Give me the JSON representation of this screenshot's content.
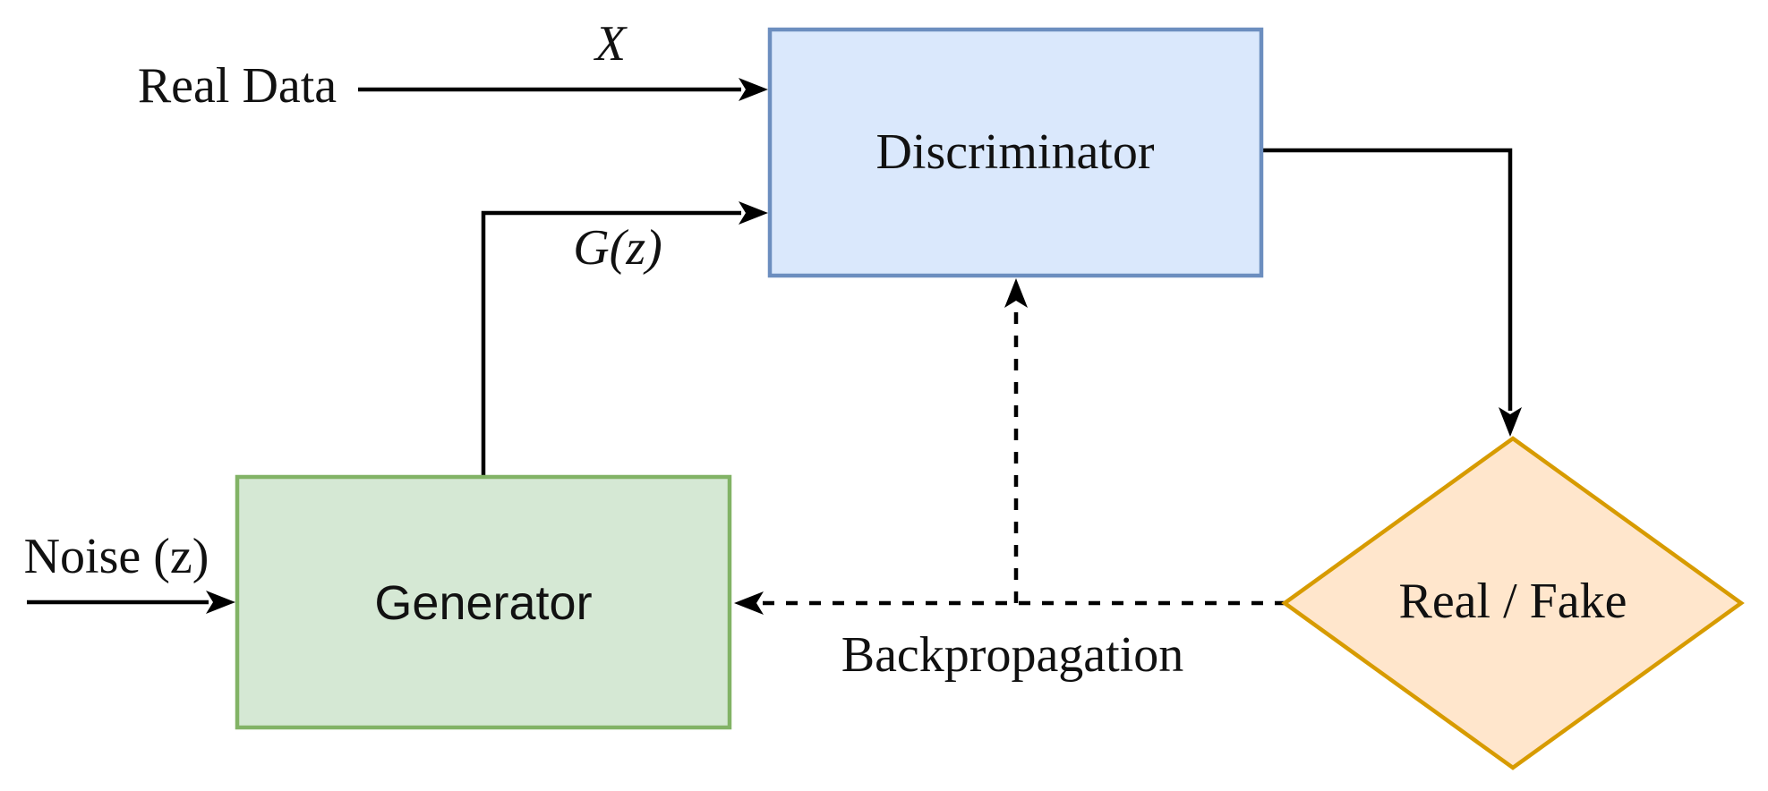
{
  "diagram": {
    "type": "flowchart",
    "background": "#ffffff",
    "edge_color": "#000000",
    "nodes": {
      "discriminator": {
        "label": "Discriminator",
        "shape": "rectangle",
        "fill": "#dae8fc",
        "stroke": "#6c8ebf"
      },
      "generator": {
        "label": "Generator",
        "shape": "rectangle",
        "fill": "#d5e8d4",
        "stroke": "#82b366"
      },
      "real_fake": {
        "label": "Real / Fake",
        "shape": "diamond",
        "fill": "#ffe6cc",
        "stroke": "#d79b00"
      }
    },
    "edge_labels": {
      "real_data": "Real Data",
      "x": "X",
      "g_z": "G(z)",
      "noise_z": "Noise (z)",
      "backpropagation": "Backpropagation"
    }
  }
}
